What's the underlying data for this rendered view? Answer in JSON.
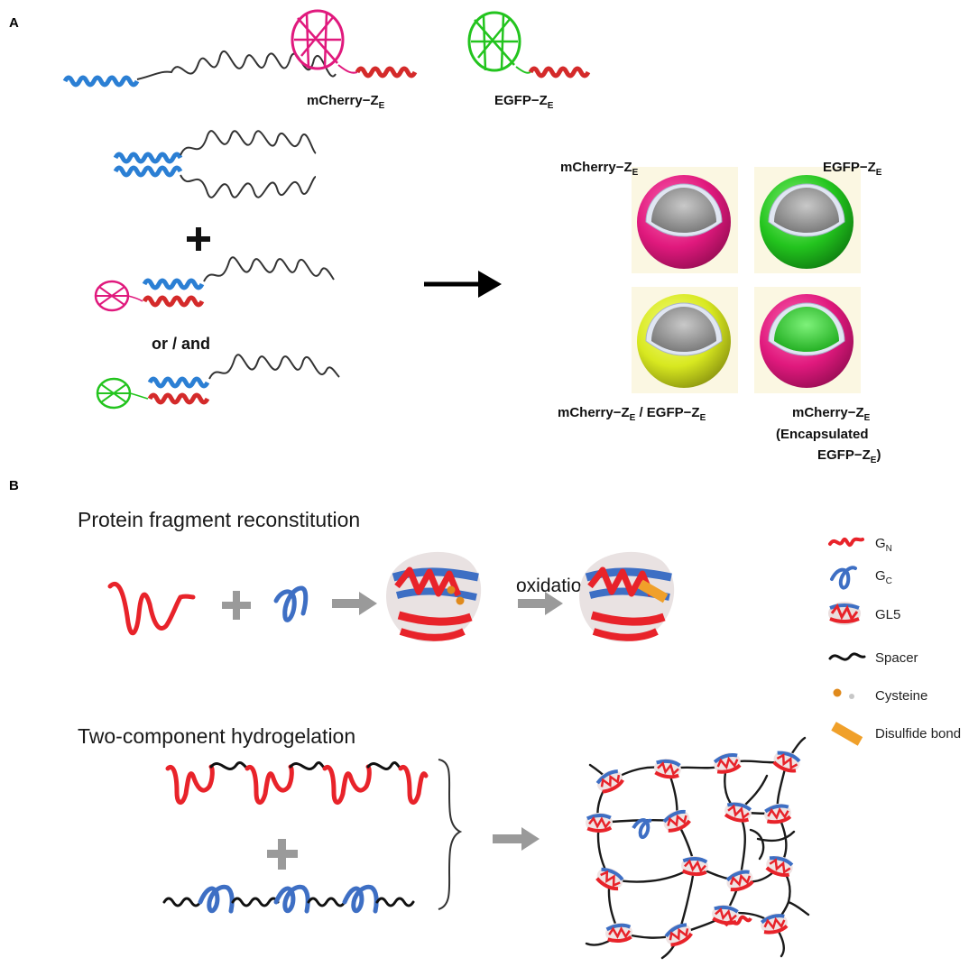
{
  "panel_a": {
    "letter": "A",
    "mcherry_ze": "mCherry−Z",
    "egfp_ze": "EGFP−Z",
    "sub_e": "E",
    "or_and": "or / and",
    "vesicle_mcherry_label": "mCherry−Z",
    "vesicle_egfp_label": "EGFP−Z",
    "vesicle_mixed_label_a": "mCherry−Z",
    "vesicle_mixed_sep": " / EGFP−Z",
    "vesicle_encap_line1": "mCherry−Z",
    "vesicle_encap_line2": "(Encapsulated",
    "vesicle_encap_line3": "EGFP−Z",
    "vesicle_encap_close": ")",
    "colors": {
      "blue_helix": "#2b7fd4",
      "red_helix": "#d42a2a",
      "mcherry": "#e0197d",
      "egfp": "#23c41e",
      "yellow": "#d8e820",
      "core": "#9a9a9a"
    }
  },
  "panel_b": {
    "letter": "B",
    "heading_1": "Protein fragment reconstitution",
    "heading_2": "Two-component hydrogelation",
    "oxidation": "oxidation",
    "legend": {
      "gn_label": "G",
      "gn_sub": "N",
      "gc_label": "G",
      "gc_sub": "C",
      "gl5": "GL5",
      "spacer": "Spacer",
      "cysteine": "Cysteine",
      "disulfide": "Disulfide bond"
    },
    "colors": {
      "gn": "#e8232a",
      "gc": "#3e6fc4",
      "spacer": "#111111",
      "cysteine": "#e08a1c",
      "disulfide": "#f0a02a",
      "arrow": "#9a9a9a"
    }
  }
}
